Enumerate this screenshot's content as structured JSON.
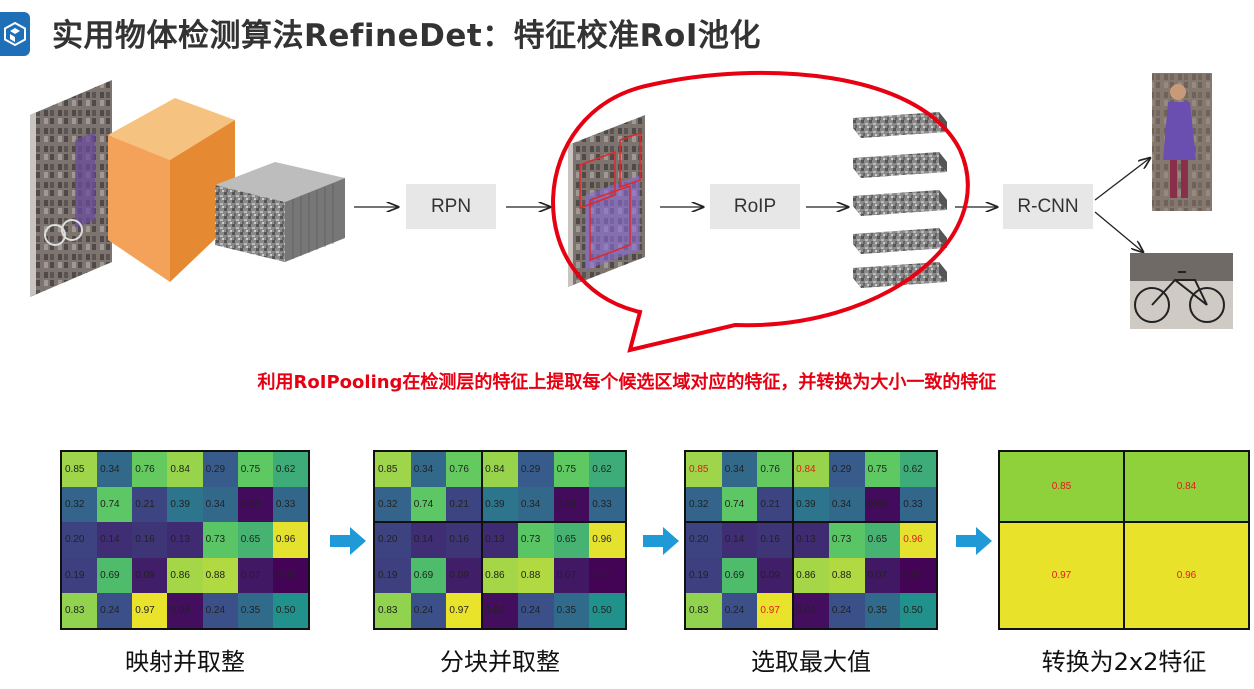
{
  "title": "实用物体检测算法RefineDet：特征校准RoI池化",
  "pipeline": {
    "rpn_label": "RPN",
    "roip_label": "RoIP",
    "rcnn_label": "R-CNN"
  },
  "caption": "利用RoIPooling在检测层的特征上提取每个候选区域对应的特征，并转换为大小一致的特征",
  "matrix": [
    [
      "0.85",
      "0.34",
      "0.76",
      "0.84",
      "0.29",
      "0.75",
      "0.62"
    ],
    [
      "0.32",
      "0.74",
      "0.21",
      "0.39",
      "0.34",
      "0.03",
      "0.33"
    ],
    [
      "0.20",
      "0.14",
      "0.16",
      "0.13",
      "0.73",
      "0.65",
      "0.96"
    ],
    [
      "0.19",
      "0.69",
      "0.09",
      "0.86",
      "0.88",
      "0.07",
      "0.01"
    ],
    [
      "0.83",
      "0.24",
      "0.97",
      "0.04",
      "0.24",
      "0.35",
      "0.50"
    ]
  ],
  "pooled": [
    "0.85",
    "0.84",
    "0.97",
    "0.96"
  ],
  "step_labels": [
    "映射并取整",
    "分块并取整",
    "选取最大值",
    "转换为2x2特征"
  ],
  "colors": {
    "accent_red": "#e60012",
    "arrow_blue": "#1f9ad6",
    "logo_blue": "#1f6fb8"
  }
}
